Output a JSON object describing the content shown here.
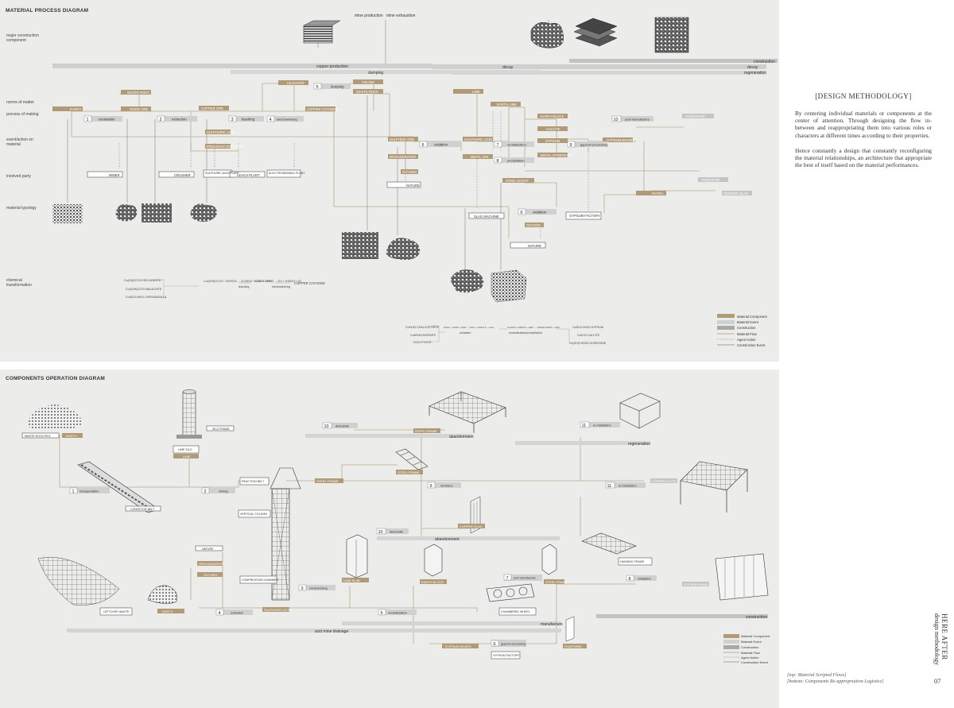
{
  "top": {
    "title": "MATERIAL PROCESS DIAGRAM",
    "row_labels": [
      "major construction component",
      "norms of matter",
      "process of making",
      "event/action on material",
      "involved party",
      "material typology",
      "chemical transformation"
    ],
    "bars": {
      "copper": "copper production",
      "dumping": "dumping",
      "decay": "decay",
      "decay2": "decay",
      "construction": "construction",
      "regeneration": "regeneration",
      "mine_production": "mine production",
      "mine_exhaustion": "mine exhaustion"
    },
    "components": {
      "earth": "EARTH",
      "waste_rock": "WASTE ROCK",
      "oxide_ore": "OXIDE ORE",
      "copper_ore": "COPPER ORE",
      "leachate": "LEACHATE",
      "sulphuric_acid": "SULPHURIC ACID",
      "pregnant": "PREGNANT SOLUTION",
      "copper_cathode": "COPPER CATHODE",
      "tailing": "TAILING",
      "waste_rock2": "WASTE ROCK",
      "lime": "LIME",
      "earth_lime": "EARTH LIME",
      "earth_block": "EARTH BLOCK",
      "calcite": "CALCITE",
      "gypsum": "GYPSUM",
      "metal_hydroxide": "METAL HYDROXIDE",
      "gypsum_board": "GYPSUM BOARD",
      "sulphide_ore": "SULPHIDE ORE",
      "groundwater": "GROUNDWATER",
      "oxygen": "OXYGEN",
      "sulphuric_acid2": "SULPHURIC ACID",
      "metal_ion": "METAL ION",
      "steel_scrap": "STEEL SCRAP",
      "patina": "PATINA",
      "oxygen2": "OXYGEN"
    },
    "events": {
      "substrate": "SUBSTRATE",
      "oxidation": "OXIDATION",
      "generic_slag": "GENERIC SLAG"
    },
    "processes": [
      {
        "n": "1",
        "label": "excavation"
      },
      {
        "n": "2",
        "label": "extraction"
      },
      {
        "n": "3",
        "label": "leaching"
      },
      {
        "n": "4",
        "label": "electrowinning"
      },
      {
        "n": "5",
        "label": "dumping"
      },
      {
        "n": "6",
        "label": "oxidation"
      },
      {
        "n": "7",
        "label": "neutralisation"
      },
      {
        "n": "8",
        "label": "precipitation"
      },
      {
        "n": "9",
        "label": "gypsum processing"
      },
      {
        "n": "10",
        "label": "post manufacture"
      },
      {
        "n": "6",
        "label": "oxidation"
      }
    ],
    "parties": {
      "miner": "MINER",
      "crusher": "CRUSHER",
      "acid_plant": "SULPHURIC ACID PLANT",
      "leach_plant": "LEACH PLANT",
      "ew_plant": "ELECTROWINNING PLANT",
      "nature": "NATURE",
      "slag_machine": "SLAG MACHINE",
      "gypsum_factory": "GYPSUM FACTORY",
      "nature2": "NATURE"
    },
    "chem": {
      "c1": "Cu(OH)2CO3·H2O AZURITE",
      "c2": "Cu2(OH)2CO3 MALACHITE",
      "c3": "CuSiO3·2H2O CHRYSOCOLLA",
      "c4": "Cu2(OH)2CO3 + 2H2SO4 → 2CuSO4 + CO2 + 3H2O",
      "c4b": "leaching",
      "c5": "2CuSO4 + 2H2O → 2Cu + 2H2SO4 + O2",
      "c5b": "electrowinning",
      "c6": "COPPER CATHODE",
      "c7": "CuFeS2 CHALCOPYRITE",
      "c8": "Cu5FeS4 BORNITE",
      "c9": "FeS2 PYRITE",
      "c10": "FeS2 + 7/2O2 + H2O → Fe2+ + 2SO4 2- + 2H+",
      "c10b": "oxidation",
      "c11": "CaCO3 + H2SO4 + H2O → CaSO4·2H2O + CO2",
      "c11b": "neutralisation/precipitation",
      "c12": "CaSO4·2H2O GYPSUM",
      "c13": "CaCO3 CALCITE",
      "c14": "Fe(OH)3 IRON HYDROXIDE"
    },
    "legend": [
      "Material Component",
      "Material Event",
      "Construction",
      "Material Flow",
      "Agent Action",
      "Construction Event"
    ]
  },
  "bottom": {
    "title": "COMPONENTS OPERATION DIAGRAM",
    "labels": {
      "waste_rock_pile": "WASTE ROCK PILE",
      "earth": "EARTH",
      "silo_frame": "SILO FRAME",
      "lime_silo": "LIME SILO",
      "lime": "LIME",
      "steel_frame": "STEEL FRAME",
      "conveyor_belt": "CONVEYOR BELT",
      "reaction_belt": "REACTION BELT",
      "steel_frame2": "STEEL FRAME",
      "vertical_column": "VERTICAL COLUMN",
      "steel_frame3": "STEEL FRAME",
      "nature": "NATURE",
      "groundwater": "GROUNDWATER",
      "oxygen": "OXYGEN",
      "compression_chamber": "COMPRESSION CHAMBER",
      "lime_slab": "LIME SLAB",
      "leftover": "LEFTOVER WASTE",
      "earth2": "EARTH",
      "sulphuric": "SULPHURIC ACID",
      "copper_plate": "COPPER PLATE",
      "copper_slag": "COPPER SLAG",
      "earth_block": "EARTH BLOCK",
      "chamber_wheel": "CHAMBERED WHEEL",
      "steel_frame4": "STEEL FRAME",
      "gypsum_board": "GYPSUM BOARD",
      "gypsum_factory": "GYPSUM FACTORY",
      "hanging_frame": "HANGING FRAME",
      "gypsum_panel": "GYPSUM PANEL",
      "platform": "PLATFORM"
    },
    "bars": {
      "abandonment": "abandonment",
      "regeneration": "regeneration",
      "abandonment2": "abandonment",
      "construction": "construction",
      "manufacture": "manufacture",
      "acid": "acid mine drainage"
    },
    "processes": [
      {
        "n": "1",
        "label": "transportation"
      },
      {
        "n": "2",
        "label": "mixing"
      },
      {
        "n": "3",
        "label": "compressing"
      },
      {
        "n": "4",
        "label": "oxidation"
      },
      {
        "n": "5",
        "label": "neutralisation"
      },
      {
        "n": "6",
        "label": "gypsum processing"
      },
      {
        "n": "7",
        "label": "post manufacture"
      },
      {
        "n": "8",
        "label": "installation"
      },
      {
        "n": "9",
        "label": "reinforce"
      },
      {
        "n": "10",
        "label": "dismantle"
      },
      {
        "n": "10",
        "label": "dismantle"
      },
      {
        "n": "11",
        "label": "re-installation"
      },
      {
        "n": "11",
        "label": "re-installation"
      }
    ],
    "legend": [
      "Material Component",
      "Material Event",
      "Construction",
      "Material Flow",
      "Agent Action",
      "Construction Event"
    ]
  },
  "side": {
    "heading": "[DESIGN METHODOLOGY]",
    "p1": "By centering individual materials or components at the center of attention. Through designing the flow in-between and reappropriating them into various roles or characters at different times according to their properties.",
    "p2": "Hence constantly a design that constantly reconfiguring the material relationships, an architecture that appropriate the best of itself based on the material performances.",
    "caption1": "[top: Material Scripted Flows]",
    "caption2": "[bottom: Components Re-appropriation Logistics]",
    "vertical_title": "HERE AFTER",
    "vertical_sub": "design methodology",
    "page": "07"
  },
  "colors": {
    "panel": "#ececeb",
    "tan": "#b09a78",
    "grey": "#c9c9c9",
    "dark": "#a9a9a9",
    "line": "#b5a48a"
  }
}
